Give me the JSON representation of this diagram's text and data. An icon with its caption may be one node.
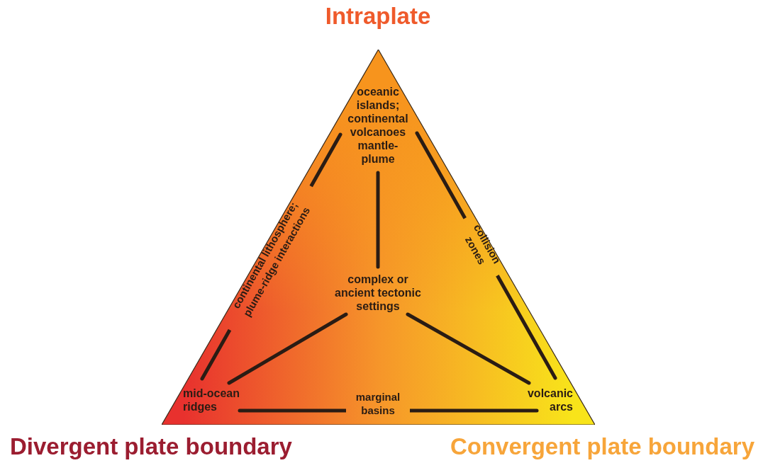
{
  "diagram": {
    "nodes": [
      {
        "text": [],
        "shape": "triangle"
      },
      {
        "text": [
          "oceanic islands; continental volcanoes mantle-plume"
        ],
        "in": 0
      },
      {
        "text": [
          "complex or ancient tectonic settings"
        ],
        "in": 0
      },
      {
        "text": [
          "mid-ocean ridges"
        ],
        "in": 0
      },
      {
        "text": [
          "volcanic arcs"
        ],
        "in": 0
      }
    ],
    "edges": [
      {
        "from": 1,
        "to": 2,
        "arrow": "none"
      },
      {
        "from": 2,
        "to": 3,
        "arrow": "none"
      },
      {
        "from": 2,
        "to": 4,
        "arrow": "none"
      },
      {
        "from": 1,
        "to": 3,
        "arrow": "none",
        "label": "continental lithosphere; plume-ridge interactions"
      },
      {
        "from": 1,
        "to": 4,
        "arrow": "none",
        "label": "collision zones"
      },
      {
        "from": 3,
        "to": 4,
        "arrow": "none",
        "label": "marginal basins"
      }
    ],
    "labels": [
      "Intraplate",
      "Divergent plate boundary",
      "Convergent plate boundary"
    ]
  }
}
